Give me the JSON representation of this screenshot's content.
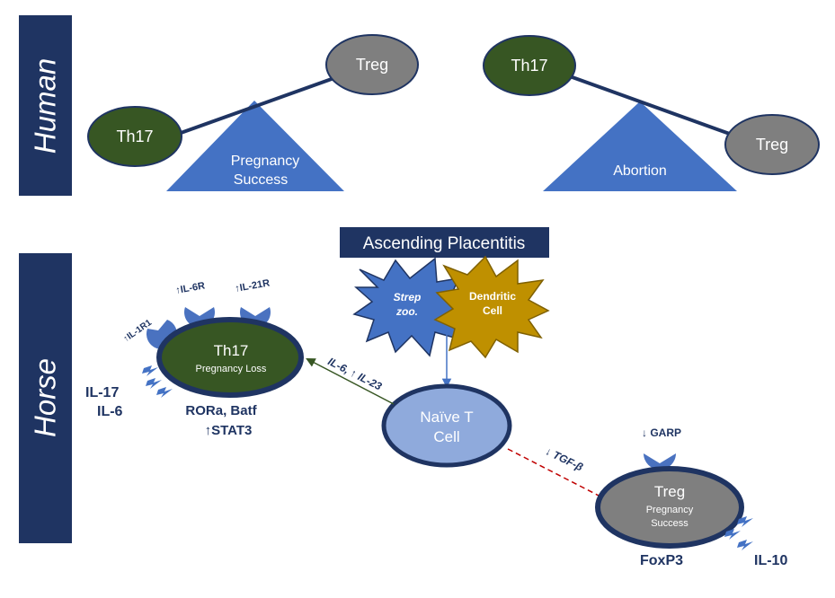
{
  "human": {
    "section_label": "Human",
    "left": {
      "treg": "Treg",
      "th17": "Th17",
      "triangle_line1": "Pregnancy",
      "triangle_line2": "Success"
    },
    "right": {
      "th17": "Th17",
      "treg": "Treg",
      "triangle_label": "Abortion"
    }
  },
  "horse": {
    "section_label": "Horse",
    "title": "Ascending Placentitis",
    "strep_line1": "Strep",
    "strep_line2": "zoo.",
    "dendritic_line1": "Dendritic",
    "dendritic_line2": "Cell",
    "naive_line1": "Naïve T",
    "naive_line2": "Cell",
    "th17": {
      "name": "Th17",
      "subtitle": "Pregnancy Loss",
      "receptor1": "IL-1R1",
      "receptor2": "IL-6R",
      "receptor3": "IL-21R",
      "cytokine1": "IL-17",
      "cytokine2": "IL-6",
      "tf_line1": "RORa, Batf",
      "tf_line2": "STAT3"
    },
    "arrow_th17_label": "IL-6, ↑ IL-23",
    "arrow_treg_label": "↓ TGF-β",
    "treg": {
      "name": "Treg",
      "subtitle_line1": "Pregnancy",
      "subtitle_line2": "Success",
      "receptor": "↓ GARP",
      "foxp3": "FoxP3",
      "il10": "IL-10"
    }
  },
  "colors": {
    "navy": "#1f3462",
    "th17_green": "#375623",
    "treg_gray": "#7f7f7f",
    "triangle_blue": "#4472c4",
    "receptor_blue": "#4a72c0",
    "dendritic_gold": "#bf9000",
    "naive_light_blue": "#8faadc",
    "tgf_red": "#c00000"
  }
}
